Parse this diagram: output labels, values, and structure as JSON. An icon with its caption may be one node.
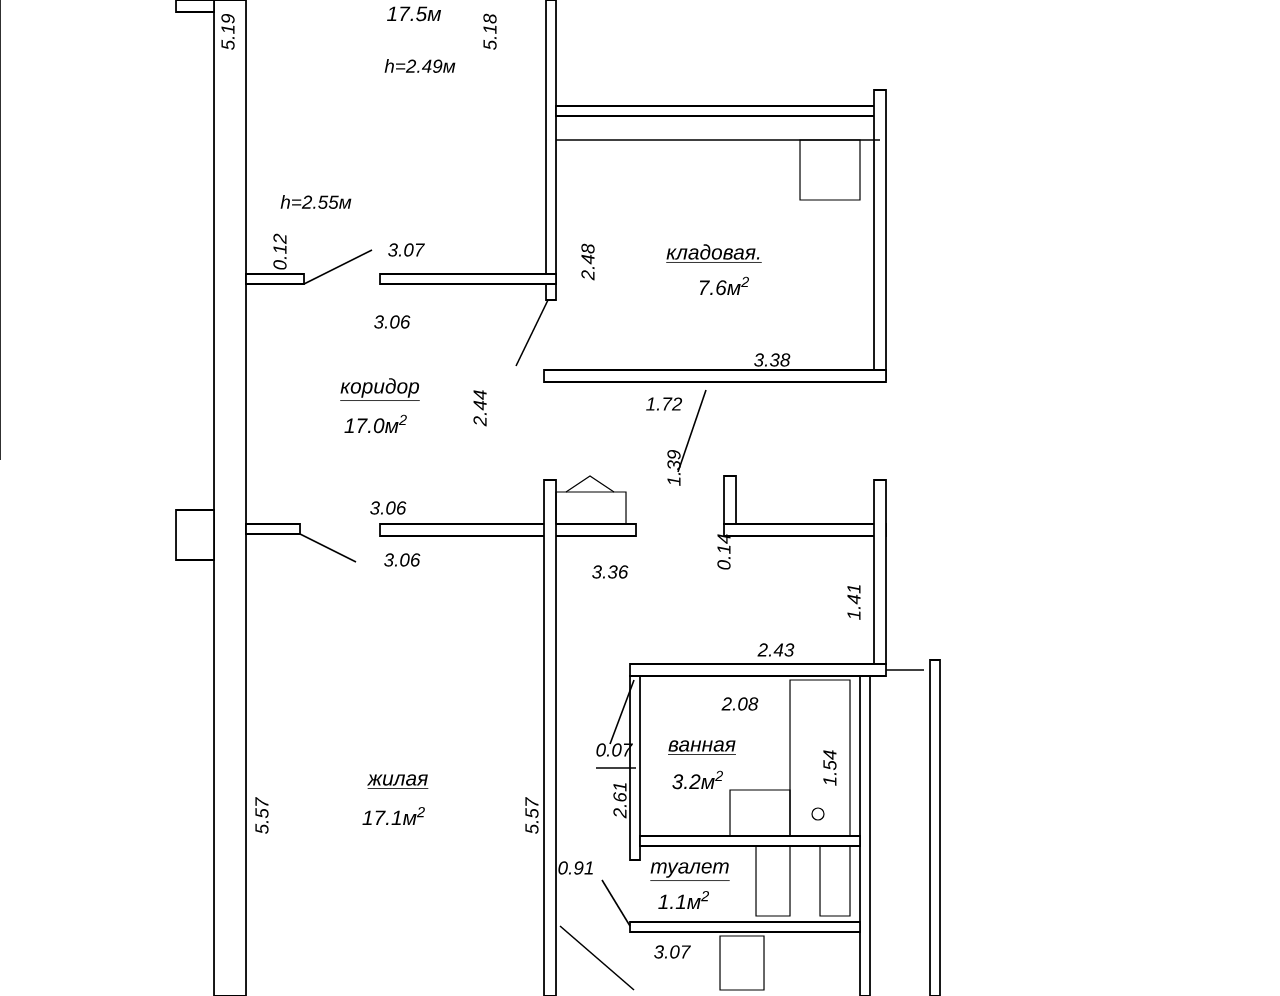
{
  "diagram": {
    "labels": [
      "17.5м",
      "5.19",
      "5.18",
      "h=2.49м",
      "h=2.55м",
      "0.12",
      "3.07",
      "2.48",
      "кладовая.",
      "7.6м$^{2}$",
      "3.06",
      "коридор",
      "17.0м$^{2}$",
      "2.44",
      "3.38",
      "1.72",
      "1.39",
      "3.06",
      "3.06",
      "3.36",
      "0.14",
      "1.41",
      "2.43",
      "2.08",
      "0.07",
      "ванная",
      "3.2м$^{2}$",
      "1.54",
      "2.61",
      "0.91",
      "туалет",
      "1.1м$^{2}$",
      "3.07",
      "5.57",
      "жилая",
      "17.1м$^{2}$",
      "5.57"
    ]
  }
}
